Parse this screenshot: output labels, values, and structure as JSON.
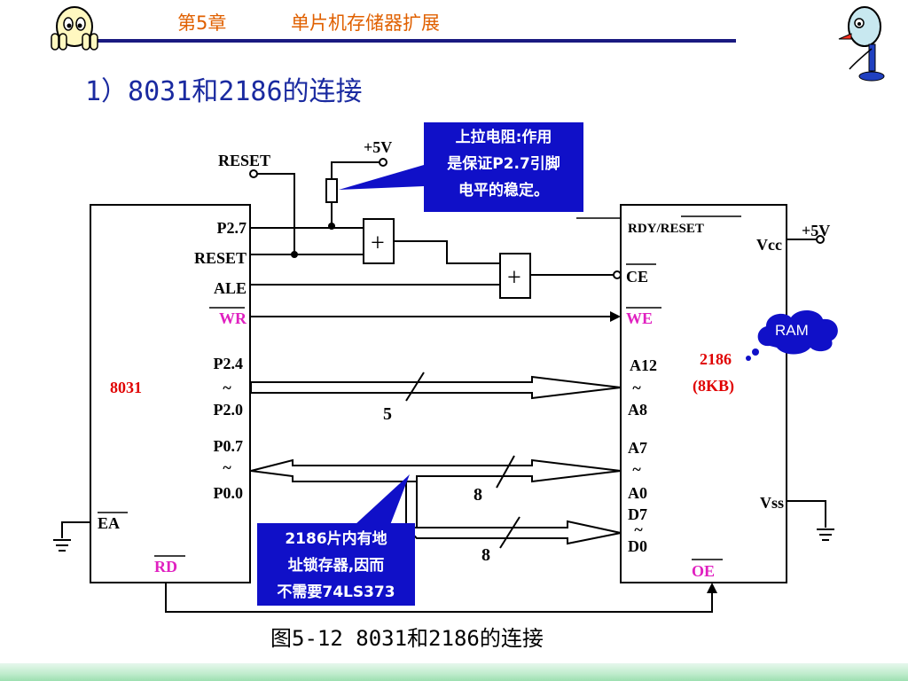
{
  "header": {
    "chapter": "第5章",
    "title": "单片机存储器扩展"
  },
  "slide_title": "1）8031和2186的连接",
  "caption": "图5-12 8031和2186的连接",
  "diagram": {
    "left_chip": {
      "name": "8031",
      "pins": {
        "p27": "P2.7",
        "reset": "RESET",
        "ale": "ALE",
        "wr": "WR",
        "p24": "P2.4",
        "p20": "P2.0",
        "p07": "P0.7",
        "p00": "P0.0",
        "ea": "EA",
        "rd": "RD",
        "tilde": "~"
      }
    },
    "right_chip": {
      "name": "2186",
      "size": "(8KB)",
      "pins": {
        "rdy_reset": "RDY/RESET",
        "vcc": "Vcc",
        "ce": "CE",
        "we": "WE",
        "a12": "A12",
        "a8": "A8",
        "a7": "A7",
        "a0": "A0",
        "d7": "D7",
        "d0": "D0",
        "vss": "Vss",
        "oe": "OE",
        "tilde": "~"
      }
    },
    "reset_label": "RESET",
    "plus5v_top": "+5V",
    "plus5v_right": "+5V",
    "gate_symbol": "+",
    "bus_width_addr_hi": "5",
    "bus_width_addr_lo": "8",
    "bus_width_data": "8",
    "ram_cloud": "RAM",
    "callout_top": [
      "上拉电阻:作用",
      "是保证P2.7引脚",
      "电平的稳定。"
    ],
    "callout_bottom": [
      "2186片内有地",
      "址锁存器,因而",
      "不需要74LS373"
    ]
  },
  "colors": {
    "header_text": "#e06000",
    "title_blue": "#1a2aa0",
    "callout_bg": "#1010c8",
    "pink": "#e020c0",
    "red": "#e00000",
    "rule": "#1a1a80"
  }
}
